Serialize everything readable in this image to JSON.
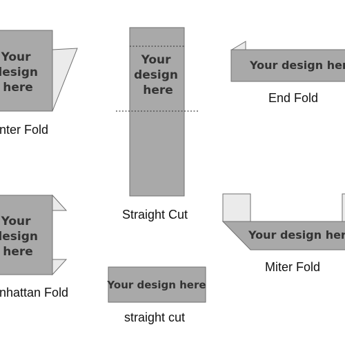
{
  "design_text": "Your design here",
  "design_lines": [
    "Your",
    "design",
    "here"
  ],
  "labels": {
    "center_fold": "nter Fold",
    "straight_cut_tall": "Straight Cut",
    "end_fold": "End Fold",
    "manhattan_fold": "nhattan Fold",
    "straight_cut_small": "straight cut",
    "miter_fold": "Miter Fold"
  },
  "colors": {
    "label_fill": "#a9a9a9",
    "flap_fill": "#ebebeb",
    "stroke": "#6f6f6f",
    "text": "#333333"
  }
}
